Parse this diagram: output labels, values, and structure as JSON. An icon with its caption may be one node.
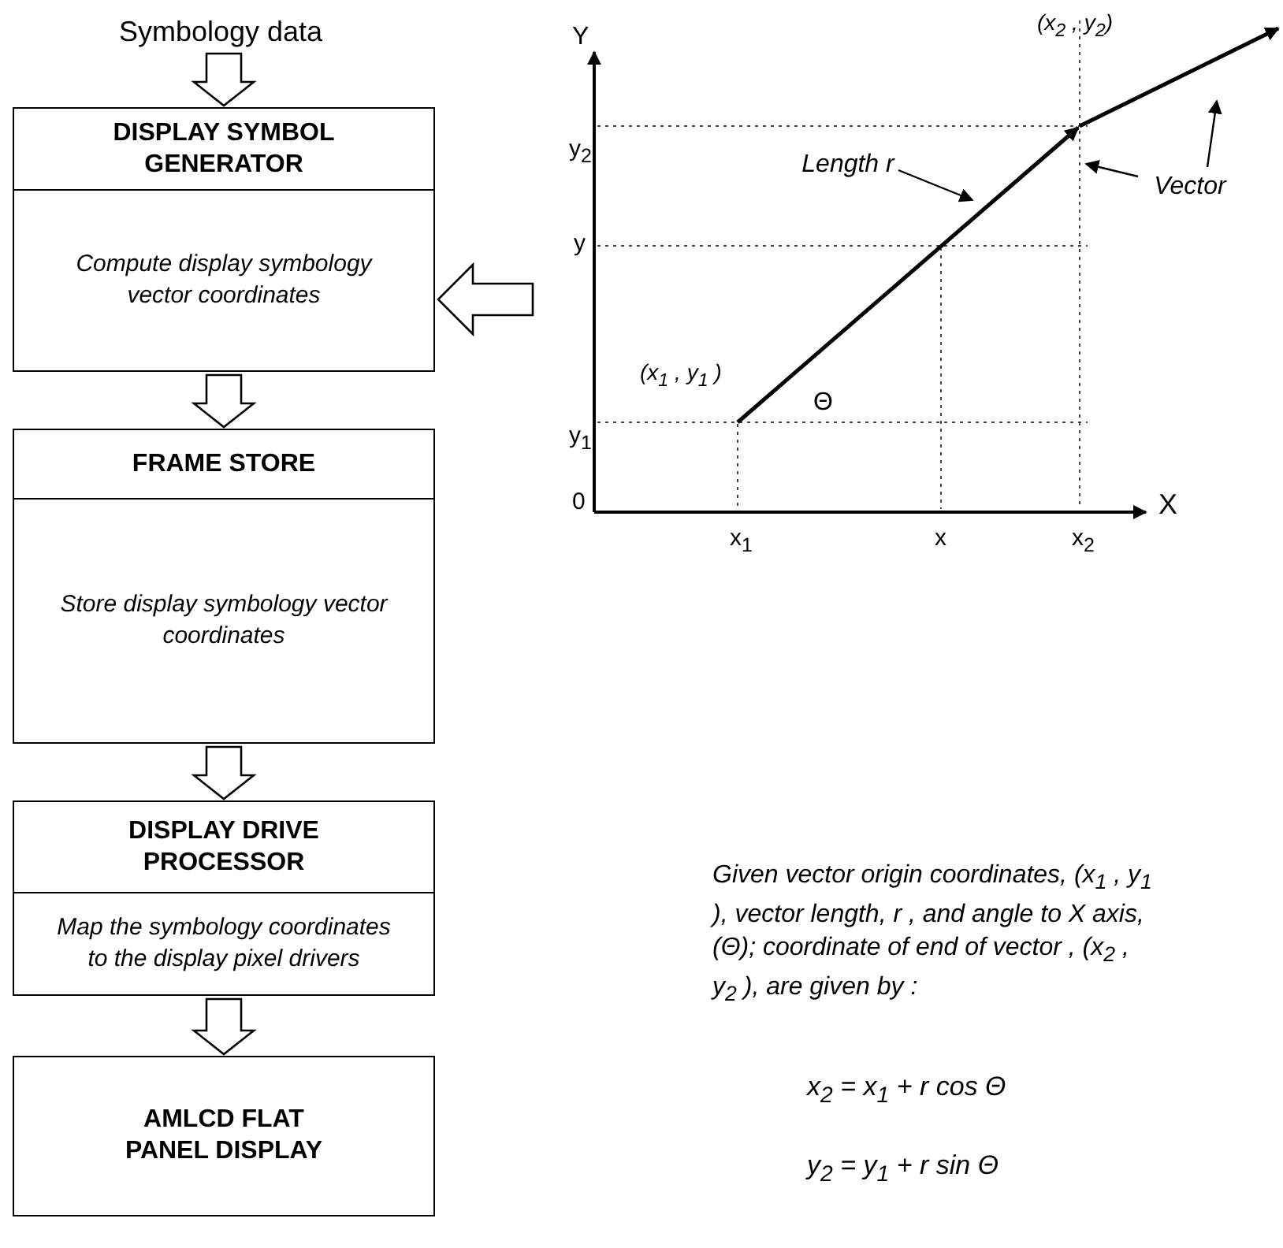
{
  "diagram": {
    "nodes": [
      {
        "text": [
          "Symbology data"
        ]
      },
      {
        "text": [
          "DISPLAY SYMBOL GENERATOR",
          "Compute display symbology vector coordinates"
        ]
      },
      {
        "text": [
          "FRAME STORE",
          "Store display symbology vector coordinates"
        ]
      },
      {
        "text": [
          "DISPLAY DRIVE PROCESSOR",
          "Map the symbology coordinates to the display pixel drivers"
        ]
      },
      {
        "text": [
          "AMLCD FLAT PANEL DISPLAY"
        ]
      },
      {
        "text": [],
        "shape": "picture"
      },
      {
        "text": [
          "Length r"
        ],
        "in": 5
      },
      {
        "text": [
          "Vector"
        ],
        "in": 5
      }
    ],
    "edges": [
      {
        "from": 0,
        "to": 1,
        "arrow": "to"
      },
      {
        "from": 1,
        "to": 2,
        "arrow": "to"
      },
      {
        "from": 2,
        "to": 3,
        "arrow": "to"
      },
      {
        "from": 3,
        "to": 4,
        "arrow": "to"
      },
      {
        "from": 5,
        "to": 1,
        "arrow": "to"
      },
      {
        "from": 6,
        "to": 5,
        "arrow": "to"
      },
      {
        "from": 7,
        "to": 5,
        "arrow": "to"
      },
      {
        "from": 7,
        "to": 5,
        "arrow": "to"
      }
    ],
    "labels": [
      "Y",
      "(x$_{2}$ , y$_{2}$)",
      "y$_{2}$",
      "y",
      "(x$_{1}$ , y$_{1}$ )",
      "Θ",
      "y$_{1}$",
      "0",
      "x$_{1}$",
      "x",
      "x$_{2}$",
      "X",
      "Given vector origin coordinates, (x$_{1}$ , y$_{1}$ ), vector length, r , and angle to X axis, (Θ); coordinate of end of vector , (x$_{2}$ , y$_{2}$ ), are given by :",
      "x$_{2}$ =  x$_{1}$ + r cos Θ",
      "y$_{2}$ =  y$_{1}$ + r sin Θ"
    ]
  }
}
